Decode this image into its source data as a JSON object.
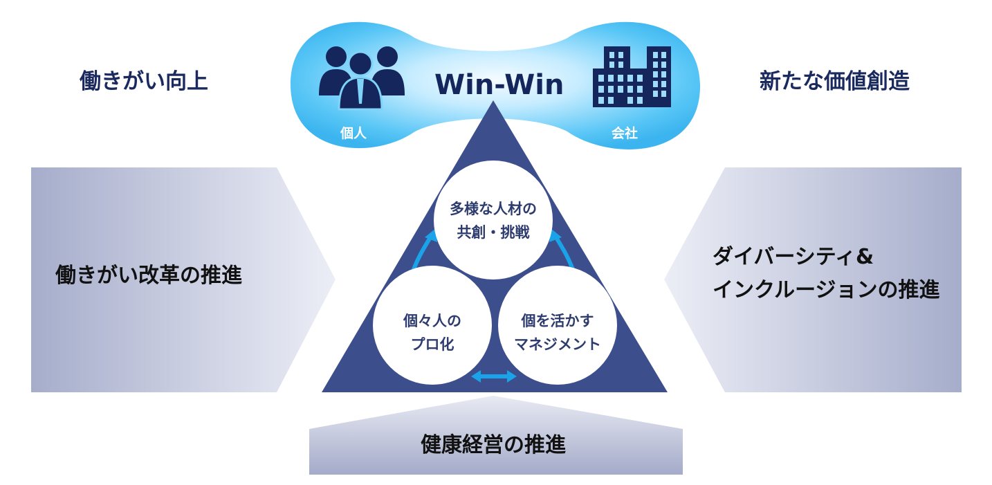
{
  "header": {
    "left_title": "働きがい向上",
    "right_title": "新たな価値創造",
    "center_badge": "Win-Win"
  },
  "cloud": {
    "individual_label": "個人",
    "company_label": "会社",
    "individual_icon": "people-group-icon",
    "company_icon": "office-buildings-icon",
    "color_light": "#cfeeff",
    "color_dark": "#3bb4ef"
  },
  "panels": {
    "left": "働きがい改革の推進",
    "right_line1": "ダイバーシティ&",
    "right_line2": "インクルージョンの推進",
    "bottom": "健康経営の推進"
  },
  "triangle": {
    "color": "#3d4e8c",
    "top_circle": {
      "line1": "多様な人材の",
      "line2": "共創・挑戦"
    },
    "left_circle": {
      "line1": "個々人の",
      "line2": "プロ化"
    },
    "right_circle": {
      "line1": "個を活かす",
      "line2": "マネジメント"
    },
    "arrow_color": "#1aa3e8"
  }
}
